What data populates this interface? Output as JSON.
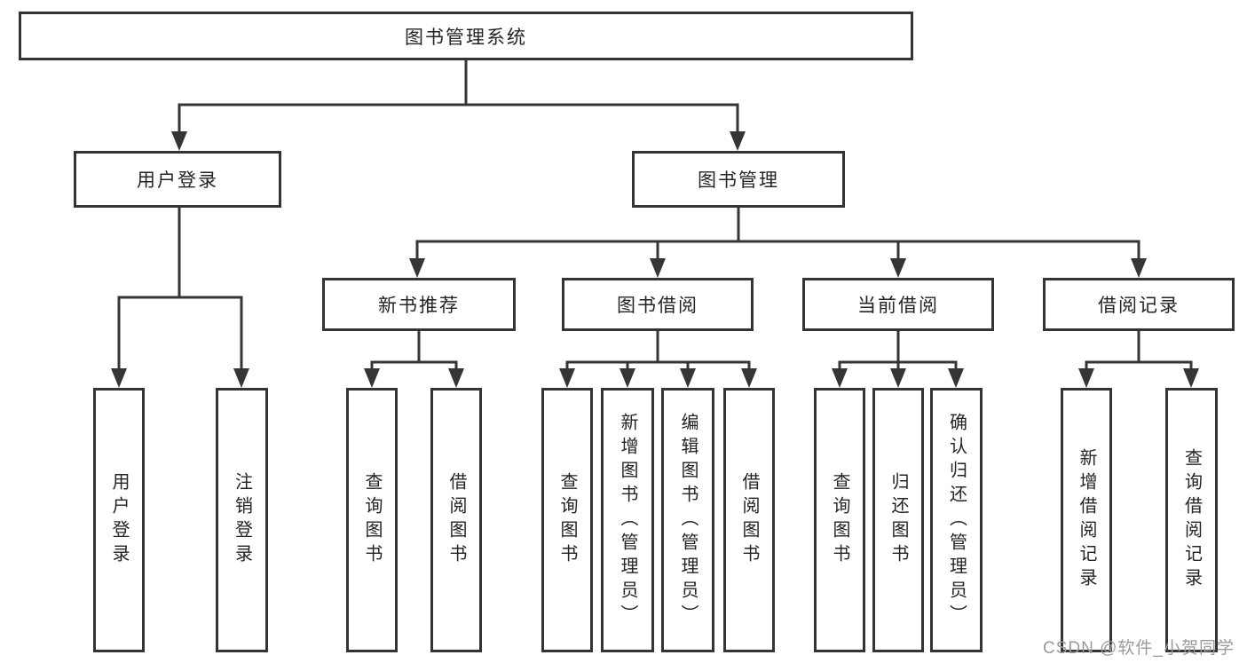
{
  "diagram": {
    "root": "图书管理系统",
    "level2": {
      "user_login": "用户登录",
      "book_mgmt": "图书管理"
    },
    "level3": {
      "new_book_rec": "新书推荐",
      "book_borrow": "图书借阅",
      "current_borrow": "当前借阅",
      "borrow_records": "借阅记录"
    },
    "leaves": {
      "user_login": "用户登录",
      "logout": "注销登录",
      "rec_query_book": "查询图书",
      "rec_borrow_book": "借阅图书",
      "bb_query_book": "查询图书",
      "bb_add_book": "新增图书（管理员）",
      "bb_edit_book": "编辑图书（管理员）",
      "bb_borrow_book": "借阅图书",
      "cb_query_book": "查询图书",
      "cb_return_book": "归还图书",
      "cb_confirm_return": "确认归还（管理员）",
      "br_add_record": "新增借阅记录",
      "br_query_record": "查询借阅记录"
    },
    "watermark": "CSDN @软件_小贺同学",
    "colors": {
      "line": "#353535",
      "border": "#343434",
      "text": "#242424",
      "watermark": "#9a9a9a"
    }
  }
}
